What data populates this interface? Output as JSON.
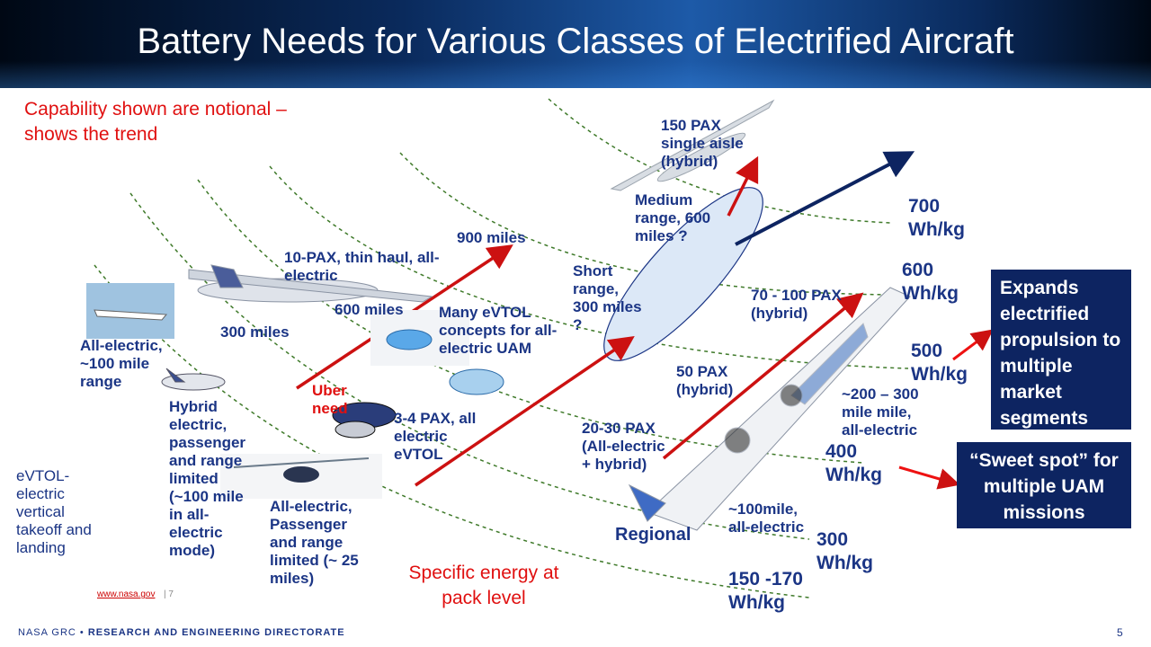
{
  "title": "Battery Needs for Various Classes of Electrified Aircraft",
  "disclaimer": "Capability shown are notional – shows the trend",
  "labels": {
    "pax150": "150 PAX single aisle (hybrid)",
    "medium_range": "Medium range, 600 miles ?",
    "short_range": "Short range, 300 miles ?",
    "miles900": "900 miles",
    "pax10": "10-PAX, thin haul, all-electric",
    "miles600": "600 miles",
    "miles300": "300 miles",
    "many_evtol": "Many eVTOL concepts for all-electric UAM",
    "pax70_100": "70 - 100 PAX (hybrid)",
    "pax50": "50 PAX (hybrid)",
    "all_electric_100": "All-electric, ~100 mile range",
    "uber_need": "Uber need",
    "range200_300": "~200 – 300 mile mile, all-electric",
    "hybrid_electric": "Hybrid electric, passenger and range limited (~100 mile in all-electric mode)",
    "pax3_4": "3-4 PAX, all electric eVTOL",
    "pax20_30": "20-30 PAX (All-electric + hybrid)",
    "evtol_def": "eVTOL-electric vertical takeoff and landing",
    "all_electric_25": "All-electric, Passenger and range limited (~ 25 miles)",
    "mile100_all_electric": "~100mile, all-electric",
    "regional": "Regional",
    "specific_energy": "Specific energy at pack level"
  },
  "energy_levels": {
    "e700": "700 Wh/kg",
    "e600": "600 Wh/kg",
    "e500": "500 Wh/kg",
    "e400": "400 Wh/kg",
    "e300": "300 Wh/kg",
    "e150": "150 -170 Wh/kg"
  },
  "callouts": {
    "expands": "Expands electrified propulsion to multiple market segments",
    "sweet_spot": "“Sweet spot” for multiple UAM missions"
  },
  "source": {
    "link": "www.nasa.gov",
    "page": "| 7"
  },
  "footer": {
    "org": "NASA GRC • ",
    "directorate": "RESEARCH AND ENGINEERING DIRECTORATE",
    "slide_number": "5"
  },
  "colors": {
    "navy": "#1b3585",
    "red": "#e01010",
    "box": "#0d2461",
    "curve": "#3f7a2a"
  }
}
